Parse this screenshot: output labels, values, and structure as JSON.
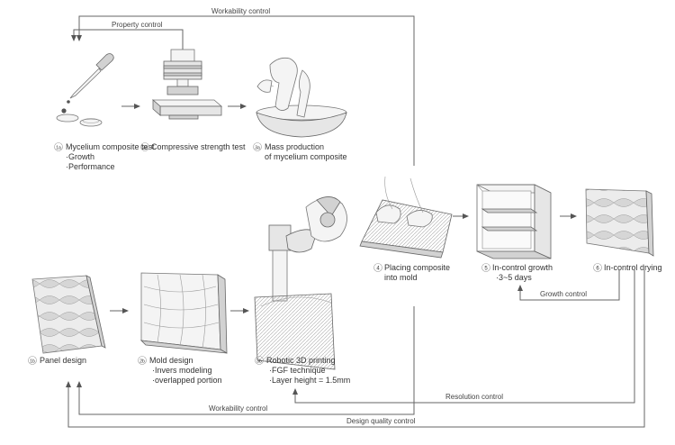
{
  "controls": {
    "workability_top": "Workability control",
    "property": "Property control",
    "growth": "Growth control",
    "resolution": "Resolution control",
    "workability_bottom": "Workability control",
    "design_quality": "Design quality control"
  },
  "steps": [
    {
      "num": "1a",
      "lines": [
        "Mycelium composite test",
        "·Growth",
        "·Performance"
      ]
    },
    {
      "num": "2a",
      "lines": [
        "Compressive strength test"
      ]
    },
    {
      "num": "3a",
      "lines": [
        "Mass production",
        "of mycelium composite"
      ]
    },
    {
      "num": "4",
      "lines": [
        "Placing composite",
        "into mold"
      ]
    },
    {
      "num": "5",
      "lines": [
        "In-control growth",
        "·3~5 days"
      ]
    },
    {
      "num": "6",
      "lines": [
        "In-control drying"
      ]
    },
    {
      "num": "1b",
      "lines": [
        "Panel design"
      ]
    },
    {
      "num": "2b",
      "lines": [
        "Mold design",
        "·Invers modeling",
        "·overlapped portion"
      ]
    },
    {
      "num": "3b",
      "lines": [
        "Robotic 3D printing",
        "·FGF technique",
        "·Layer height = 1.5mm"
      ]
    }
  ],
  "icons": {
    "dropper": "pipette-icon",
    "press": "compression-press-icon",
    "bowl": "mixing-bowl-icon",
    "mold": "mold-hands-icon",
    "shelf": "growth-chamber-icon",
    "dry_panel": "dried-panel-icon",
    "panel": "panel-design-icon",
    "mold_design": "mold-design-icon",
    "robot": "robot-arm-icon"
  }
}
